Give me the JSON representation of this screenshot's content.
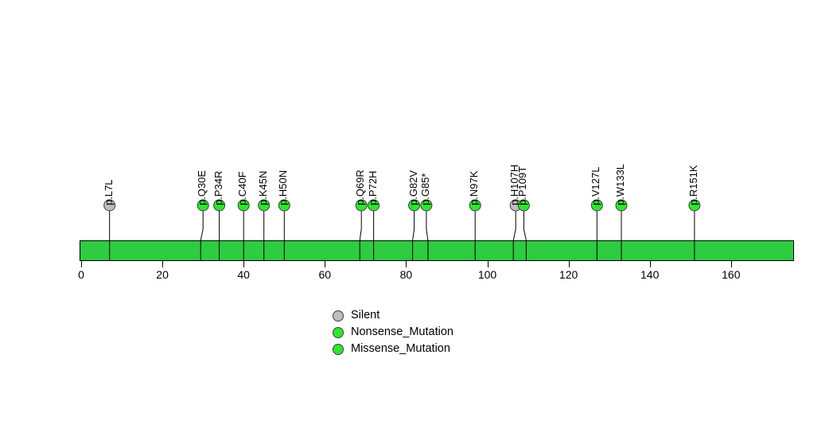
{
  "chart_data": {
    "type": "scatter",
    "plot_kind": "lollipop-mutation-diagram",
    "title": "",
    "xlabel": "",
    "ylabel": "",
    "xlim": [
      0,
      175
    ],
    "xticks": [
      0,
      20,
      40,
      60,
      80,
      100,
      120,
      140,
      160
    ],
    "xtick_labels": [
      "0",
      "20",
      "40",
      "60",
      "80",
      "100",
      "120",
      "140",
      "160"
    ],
    "grid": false,
    "protein": {
      "length": 175,
      "domain_color": "#2ECC40",
      "border_color": "#000000"
    },
    "legend_position": "bottom-center",
    "mutations": [
      {
        "label": "p.L7L",
        "position": 7,
        "type": "Silent",
        "color": "#BEBEBE"
      },
      {
        "label": "p.Q30E",
        "position": 30,
        "type": "Missense_Mutation",
        "color": "#2EE62E"
      },
      {
        "label": "p.P34R",
        "position": 34,
        "type": "Missense_Mutation",
        "color": "#2EE62E"
      },
      {
        "label": "p.C40F",
        "position": 40,
        "type": "Missense_Mutation",
        "color": "#2EE62E"
      },
      {
        "label": "p.K45N",
        "position": 45,
        "type": "Missense_Mutation",
        "color": "#2EE62E"
      },
      {
        "label": "p.H50N",
        "position": 50,
        "type": "Missense_Mutation",
        "color": "#2EE62E"
      },
      {
        "label": "p.Q69R",
        "position": 69,
        "type": "Missense_Mutation",
        "color": "#2EE62E"
      },
      {
        "label": "p.P72H",
        "position": 72,
        "type": "Missense_Mutation",
        "color": "#2EE62E"
      },
      {
        "label": "p.G82V",
        "position": 82,
        "type": "Missense_Mutation",
        "color": "#2EE62E"
      },
      {
        "label": "p.G85*",
        "position": 85,
        "type": "Nonsense_Mutation",
        "color": "#2EE62E"
      },
      {
        "label": "p.N97K",
        "position": 97,
        "type": "Missense_Mutation",
        "color": "#2EE62E"
      },
      {
        "label": "p.H107H",
        "position": 107,
        "type": "Silent",
        "color": "#BEBEBE"
      },
      {
        "label": "p.P109T",
        "position": 109,
        "type": "Missense_Mutation",
        "color": "#2EE62E"
      },
      {
        "label": "p.V127L",
        "position": 127,
        "type": "Missense_Mutation",
        "color": "#2EE62E"
      },
      {
        "label": "p.W133L",
        "position": 133,
        "type": "Missense_Mutation",
        "color": "#2EE62E"
      },
      {
        "label": "p.R151K",
        "position": 151,
        "type": "Missense_Mutation",
        "color": "#2EE62E"
      }
    ],
    "legend": [
      {
        "label": "Silent",
        "color": "#BEBEBE"
      },
      {
        "label": "Nonsense_Mutation",
        "color": "#2EE62E"
      },
      {
        "label": "Missense_Mutation",
        "color": "#2EE62E"
      }
    ]
  }
}
